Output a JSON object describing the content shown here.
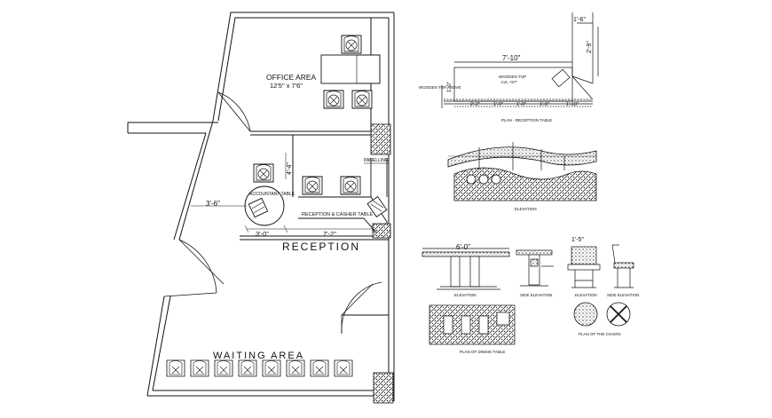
{
  "plan": {
    "office_area_title": "OFFICE AREA",
    "office_area_size": "12'5\" x 7'6\"",
    "reception_title": "RECEPTION",
    "waiting_area_title": "WAITING AREA",
    "accountant_table": "ACCOUNTANT TABLE",
    "reception_casher_table": "RECEPTION & CASHER TABLE",
    "panelling": "PANELLING",
    "dim_3_6": "3'-6\"",
    "dim_3_0": "3'-0\"",
    "dim_7_2": "7'-2\"",
    "dim_4_4": "4'-4\""
  },
  "reception_table_plan": {
    "caption": "PLAN - RECEPTION TABLE",
    "dim_1_6": "1'-6\"",
    "dim_2_9": "2'-9\"",
    "dim_7_10": "7'-10\"",
    "dim_1_0": "1'-0\"",
    "wooden_top": "WOODEN TOP",
    "wooden_top_level": "LVL +57\"",
    "wooden_top_above": "WOODEN TOP ABOVE",
    "dim_a": "2'-2\"",
    "dim_b": "1'-9\"",
    "dim_c": "1'-9\"",
    "dim_d": "1'-9\"",
    "dim_e": "1'-10\""
  },
  "reception_table_elevation": {
    "caption": "ELEVATION"
  },
  "dining": {
    "elevation_caption": "ELEVATION",
    "side_elevation_caption": "SIDE ELEVATION",
    "width_dim": "6'-0\"",
    "plan_caption": "PLAN OF DINING TABLE"
  },
  "chairs": {
    "elevation_caption": "ELEVATION",
    "side_elevation_caption": "SIDE ELEVATION",
    "plan_caption": "PLAN OF THE CHAIRS",
    "dim_1_5": "1'-5\""
  }
}
